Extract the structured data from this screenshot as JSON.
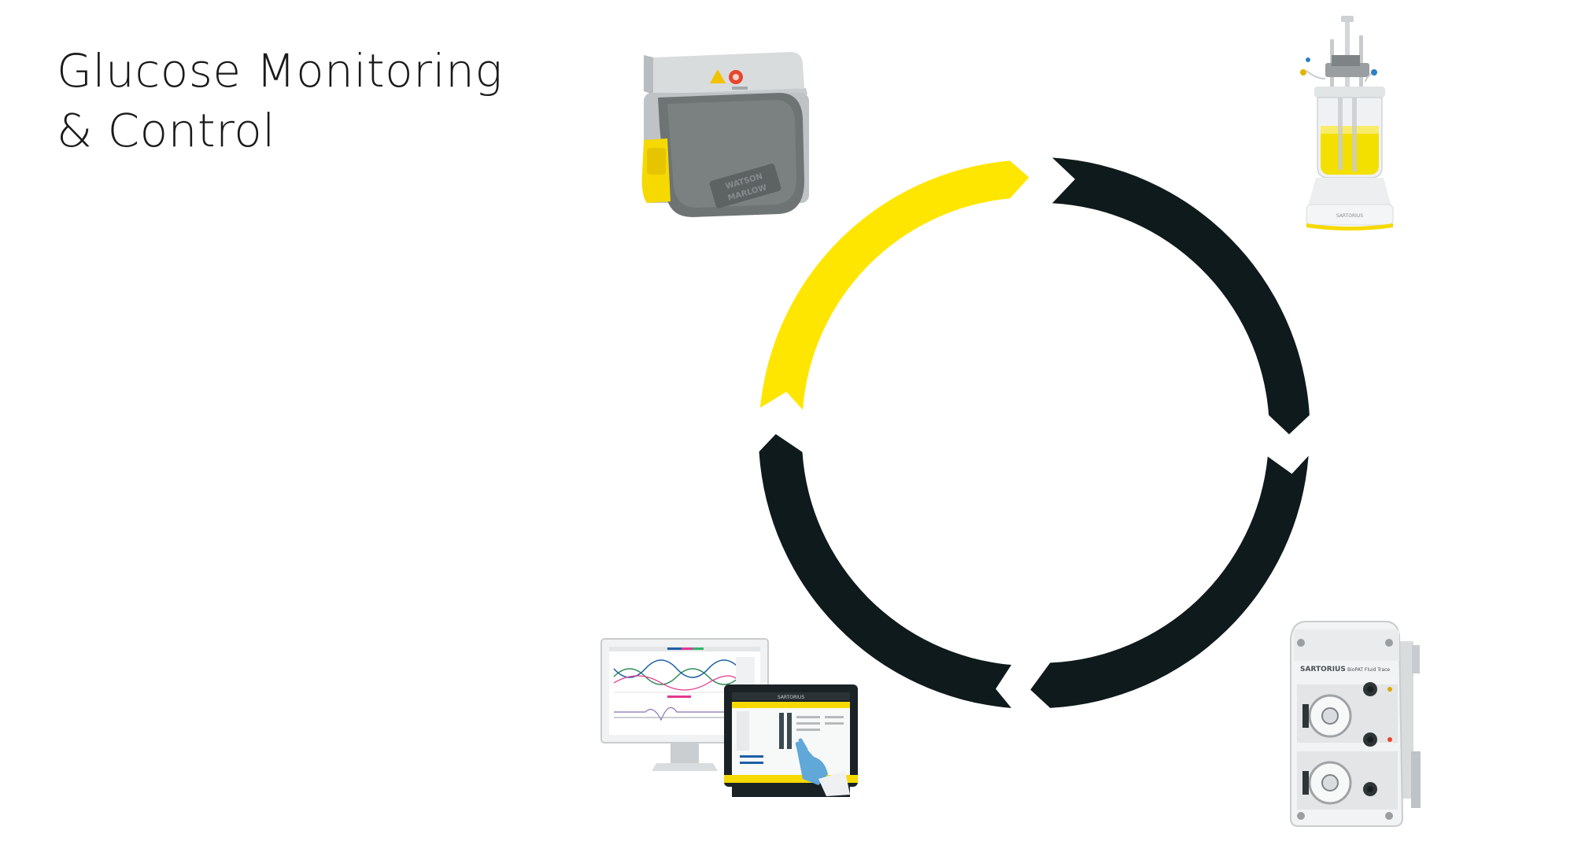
{
  "title": {
    "line1": "Glucose Monitoring",
    "line2": "& Control"
  },
  "colors": {
    "accent": "#FFE600",
    "dark": "#0F1A1C",
    "device_grey": "#6E7374",
    "device_light": "#D9DCDD"
  },
  "cycle": {
    "segments": [
      {
        "name": "segment-top-left",
        "color": "yellow"
      },
      {
        "name": "segment-top-right",
        "color": "dark"
      },
      {
        "name": "segment-bottom-right",
        "color": "dark"
      },
      {
        "name": "segment-bottom-left",
        "color": "dark"
      }
    ]
  },
  "devices": {
    "pump": {
      "brand_text": "WATSON MARLOW"
    },
    "bioreactor": {
      "brand_text": "SARTORIUS"
    },
    "control_station": {
      "brand_text": "SARTORIUS"
    },
    "sampler": {
      "brand_text": "SARTORIUS",
      "model_text": "BioPAT Fluid Trace"
    }
  }
}
